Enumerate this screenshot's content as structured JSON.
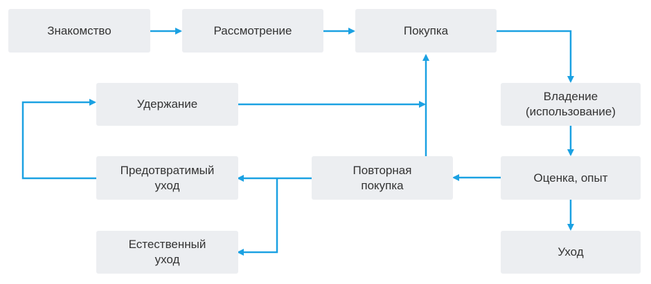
{
  "colors": {
    "arrow": "#1ba1e2",
    "node_fill": "#eceef1",
    "node_text": "#333333"
  },
  "nodes": {
    "awareness": "Знакомство",
    "consideration": "Рассмотрение",
    "purchase": "Покупка",
    "ownership_line1": "Владение",
    "ownership_line2": "(использование)",
    "retention": "Удержание",
    "preventable_churn_line1": "Предотвратимый",
    "preventable_churn_line2": "уход",
    "repeat_purchase_line1": "Повторная",
    "repeat_purchase_line2": "покупка",
    "evaluation": "Оценка, опыт",
    "natural_churn_line1": "Естественный",
    "natural_churn_line2": "уход",
    "churn": "Уход"
  }
}
